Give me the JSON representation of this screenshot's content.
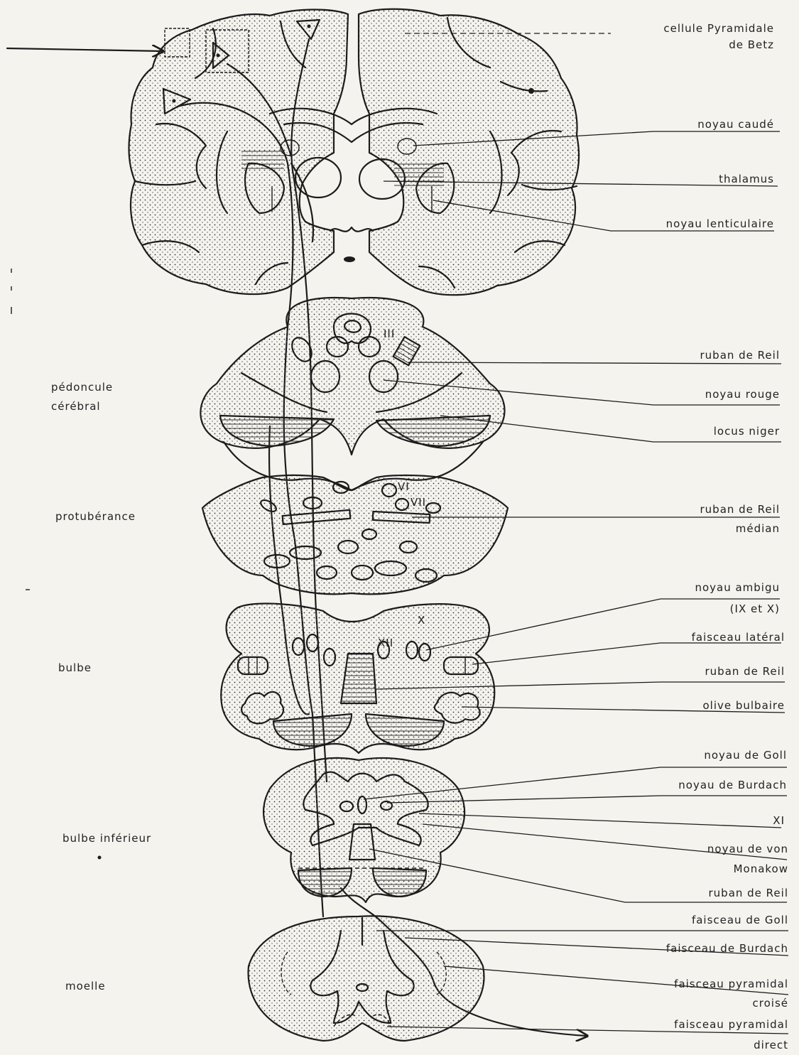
{
  "labels_right": [
    {
      "id": "betz",
      "lines": [
        "cellule Pyramidale",
        "de Betz"
      ]
    },
    {
      "id": "caude",
      "lines": [
        "noyau caudé"
      ]
    },
    {
      "id": "thalamus",
      "lines": [
        "thalamus"
      ]
    },
    {
      "id": "lenticulaire",
      "lines": [
        "noyau lenticulaire"
      ]
    },
    {
      "id": "reil1",
      "lines": [
        "ruban de Reil"
      ]
    },
    {
      "id": "rouge",
      "lines": [
        "noyau rouge"
      ]
    },
    {
      "id": "niger",
      "lines": [
        "locus niger"
      ]
    },
    {
      "id": "reil-median",
      "lines": [
        "ruban de Reil",
        "médian"
      ]
    },
    {
      "id": "ambigu",
      "lines": [
        "noyau ambigu",
        "(IX et X)"
      ]
    },
    {
      "id": "lateral",
      "lines": [
        "faisceau latéral"
      ]
    },
    {
      "id": "reil2",
      "lines": [
        "ruban de Reil"
      ]
    },
    {
      "id": "olive",
      "lines": [
        "olive bulbaire"
      ]
    },
    {
      "id": "goll-n",
      "lines": [
        "noyau de Goll"
      ]
    },
    {
      "id": "burdach-n",
      "lines": [
        "noyau de Burdach"
      ]
    },
    {
      "id": "xi",
      "lines": [
        "XI"
      ]
    },
    {
      "id": "monakow",
      "lines": [
        "noyau de von",
        "Monakow"
      ]
    },
    {
      "id": "reil3",
      "lines": [
        "ruban de Reil"
      ]
    },
    {
      "id": "goll-f",
      "lines": [
        "faisceau de Goll"
      ]
    },
    {
      "id": "burdach-f",
      "lines": [
        "faisceau de Burdach"
      ]
    },
    {
      "id": "pyr-croise",
      "lines": [
        "faisceau pyramidal",
        "croisé"
      ]
    },
    {
      "id": "pyr-direct",
      "lines": [
        "faisceau pyramidal",
        "direct"
      ]
    }
  ],
  "labels_left": [
    {
      "id": "pedoncule",
      "lines": [
        "pédoncule",
        "cérébral"
      ]
    },
    {
      "id": "protuberance",
      "lines": [
        "protubérance"
      ]
    },
    {
      "id": "bulbe",
      "lines": [
        "bulbe"
      ]
    },
    {
      "id": "bulbe-inf",
      "lines": [
        "bulbe inférieur"
      ]
    },
    {
      "id": "moelle",
      "lines": [
        "moelle"
      ]
    }
  ],
  "roman_marks": {
    "iii": "III",
    "vi": "VI",
    "vii": "VII",
    "x": "X",
    "xii": "XII"
  }
}
